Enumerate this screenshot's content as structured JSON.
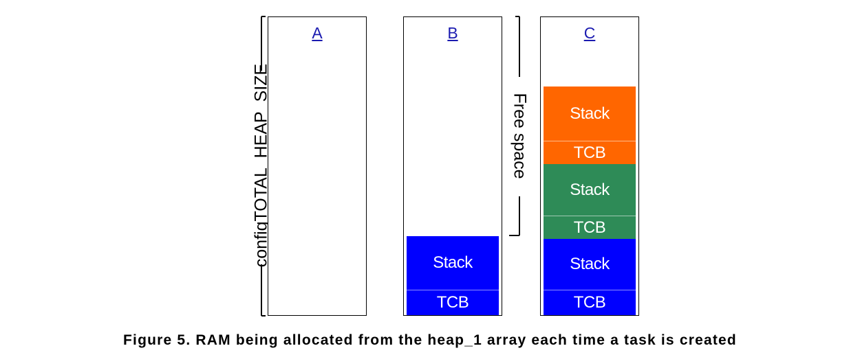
{
  "diagram": {
    "columns": [
      {
        "id": "A",
        "label": "A"
      },
      {
        "id": "B",
        "label": "B"
      },
      {
        "id": "C",
        "label": "C"
      }
    ],
    "blocks": {
      "b_stack": "Stack",
      "b_tcb": "TCB",
      "c_task3_stack": "Stack",
      "c_task3_tcb": "TCB",
      "c_task2_stack": "Stack",
      "c_task2_tcb": "TCB",
      "c_task1_stack": "Stack",
      "c_task1_tcb": "TCB"
    },
    "colors": {
      "task1": "#0000ff",
      "task2": "#2e8b57",
      "task3": "#ff6600"
    },
    "heap_label": "configTOTAL_HEAP_SIZE",
    "free_label": "Free space",
    "caption": "Figure 5.  RAM being allocated from the heap_1 array each time a task is created"
  }
}
